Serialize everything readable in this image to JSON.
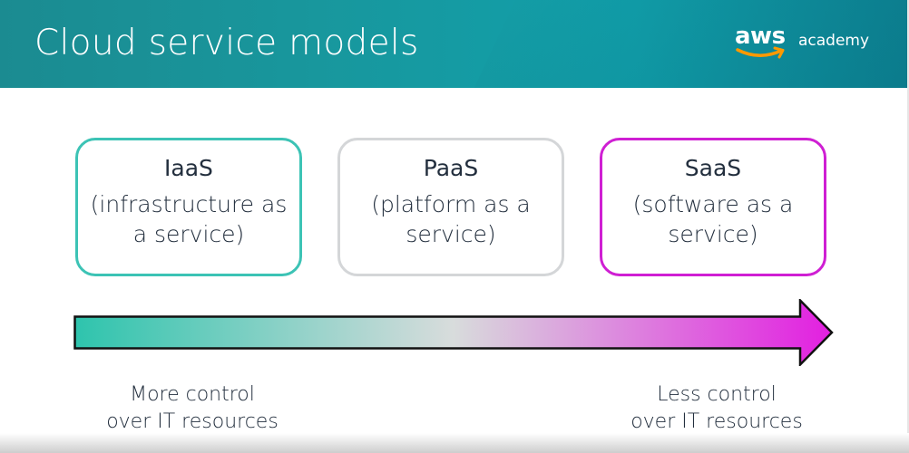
{
  "slide": {
    "title": "Cloud service models"
  },
  "logo": {
    "brand": "aws",
    "product": "academy"
  },
  "models": [
    {
      "name": "IaaS",
      "desc_line1": "(infrastructure as",
      "desc_line2": "a service)",
      "border_color": "#3cc3b5"
    },
    {
      "name": "PaaS",
      "desc_line1": "(platform as a",
      "desc_line2": "service)",
      "border_color": "#d4d6d8"
    },
    {
      "name": "SaaS",
      "desc_line1": "(software as a",
      "desc_line2": "service)",
      "border_color": "#cf1fd3"
    }
  ],
  "arrow": {
    "start_color": "#2ec4ad",
    "mid_color": "#d8dcdc",
    "end_color": "#e21fe0"
  },
  "captions": {
    "left_line1": "More control",
    "left_line2": "over IT resources",
    "right_line1": "Less control",
    "right_line2": "over IT resources"
  },
  "colors": {
    "header": "#18979d",
    "text": "#232f3e",
    "logo_smile": "#ff9900"
  }
}
